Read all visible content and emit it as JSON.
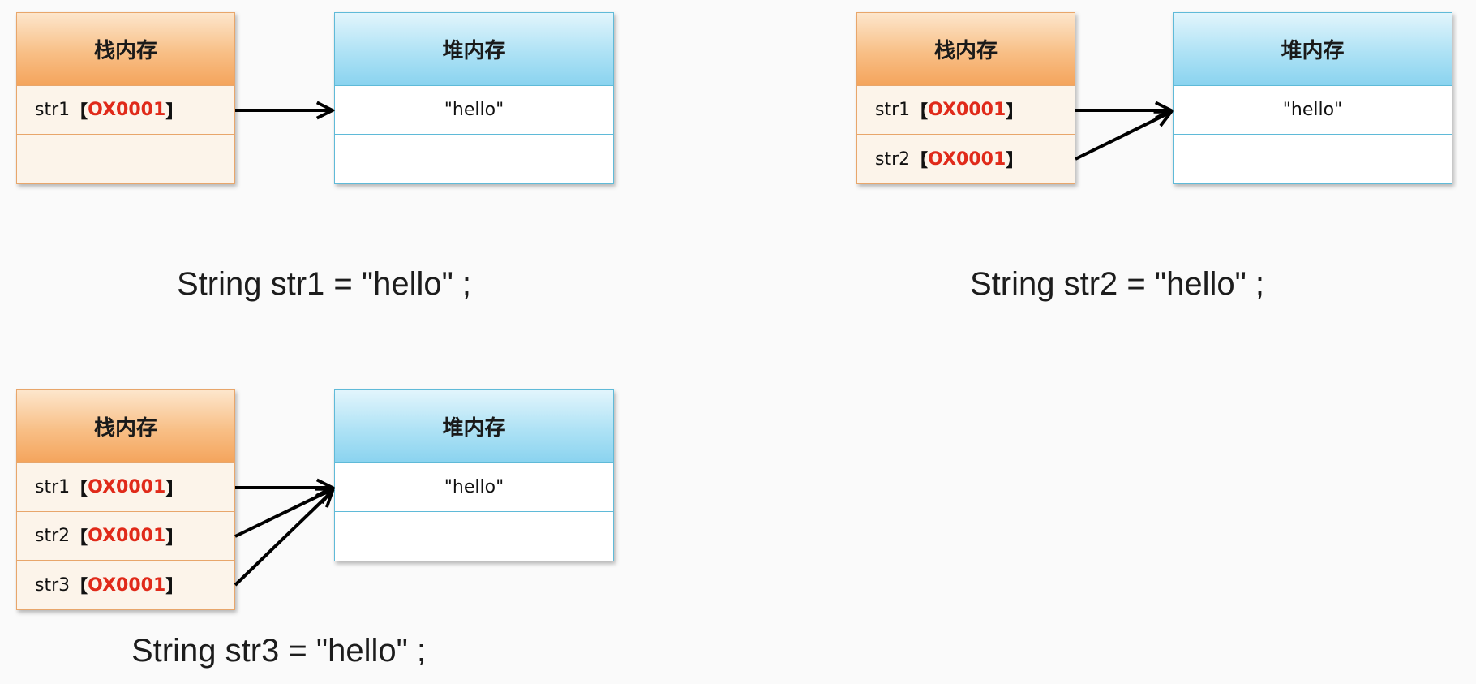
{
  "labels": {
    "stack_title": "栈内存",
    "heap_title": "堆内存",
    "bracket_open": "【",
    "bracket_close": "】"
  },
  "panels": [
    {
      "stack_rows": [
        {
          "var": "str1",
          "addr": "OX0001"
        },
        {
          "var": "",
          "addr": ""
        }
      ],
      "heap_rows": [
        "\"hello\"",
        ""
      ],
      "code": "String str1 = \"hello\" ;"
    },
    {
      "stack_rows": [
        {
          "var": "str1",
          "addr": "OX0001"
        },
        {
          "var": "str2",
          "addr": "OX0001"
        }
      ],
      "heap_rows": [
        "\"hello\"",
        ""
      ],
      "code": "String str2 = \"hello\" ;"
    },
    {
      "stack_rows": [
        {
          "var": "str1",
          "addr": "OX0001"
        },
        {
          "var": "str2",
          "addr": "OX0001"
        },
        {
          "var": "str3",
          "addr": "OX0001"
        }
      ],
      "heap_rows": [
        "\"hello\"",
        ""
      ],
      "code": "String str3 = \"hello\" ;"
    }
  ]
}
